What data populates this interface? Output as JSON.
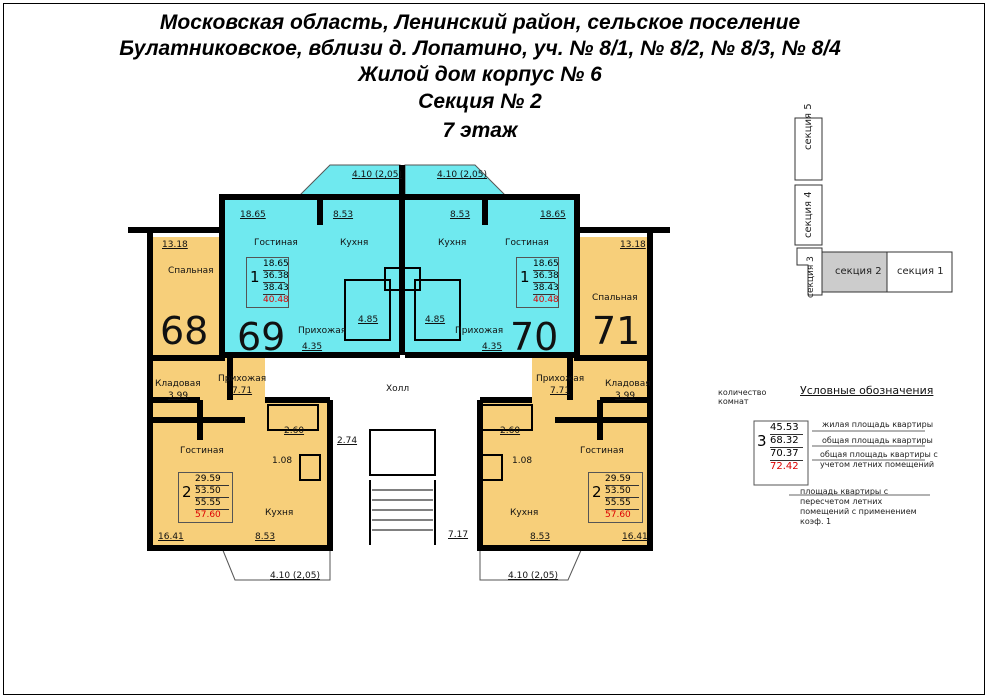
{
  "title": {
    "line1": "Московская область, Ленинский  район, сельское поселение",
    "line2": "Булатниковское, вблизи д. Лопатино, уч. № 8/1, № 8/2, № 8/3, № 8/4",
    "line3": "Жилой дом корпус № 6",
    "line4": "Секция № 2",
    "line5": "7 этаж"
  },
  "colors": {
    "one_room": "#6fe9ef",
    "two_room": "#f7cf7a",
    "walls": "#000000",
    "red_value": "#d00000"
  },
  "apartments": {
    "a68": {
      "number": "68",
      "bedroom": "Спальная",
      "bedroom_area": "13.18",
      "storage": "Кладовая",
      "storage_area": "3.99",
      "hall": "Прихожая",
      "hall_area": "7.71",
      "living": "Гостиная",
      "living_area": "16.41",
      "kitchen": "Кухня",
      "kitchen_area": "8.53",
      "bath1": "2.60",
      "bath2": "1.08",
      "balcony": "4.10 (2,05)",
      "rooms": "2",
      "living_total": "29.59",
      "total": "53.50",
      "total_summer": "55.55",
      "total_coef": "57.60"
    },
    "a69": {
      "number": "69",
      "living": "Гостиная",
      "living_area": "18.65",
      "kitchen": "Кухня",
      "kitchen_area": "8.53",
      "hall": "Прихожая",
      "hall_area": "4.35",
      "bath": "4.85",
      "balcony": "4.10 (2,05)",
      "rooms": "1",
      "living_total": "18.65",
      "total": "36.38",
      "total_summer": "38.43",
      "total_coef": "40.48"
    },
    "a70": {
      "number": "70",
      "living": "Гостиная",
      "living_area": "18.65",
      "kitchen": "Кухня",
      "kitchen_area": "8.53",
      "hall": "Прихожая",
      "hall_area": "4.35",
      "bath": "4.85",
      "balcony": "4.10 (2,05)",
      "rooms": "1",
      "living_total": "18.65",
      "total": "36.38",
      "total_summer": "38.43",
      "total_coef": "40.48"
    },
    "a71": {
      "number": "71",
      "bedroom": "Спальная",
      "bedroom_area": "13.18",
      "storage": "Кладовая",
      "storage_area": "3.99",
      "hall": "Прихожая",
      "hall_area": "7.71",
      "living": "Гостиная",
      "living_area": "16.41",
      "kitchen": "Кухня",
      "kitchen_area": "8.53",
      "bath1": "2.60",
      "bath2": "1.08",
      "balcony": "4.10 (2,05)",
      "rooms": "2",
      "living_total": "29.59",
      "total": "53.50",
      "total_summer": "55.55",
      "total_coef": "57.60"
    }
  },
  "common": {
    "hall": "Холл",
    "area1": "2.74",
    "area2": "7.17"
  },
  "key_plan": {
    "s1": "секция 1",
    "s2": "секция 2",
    "s3": "секция 3",
    "s4": "секция 4",
    "s5": "секция 5"
  },
  "legend": {
    "title": "Условные обозначения",
    "rooms_label": "количество комнат",
    "rooms": "3",
    "v1": "45.53",
    "v2": "68.32",
    "v3": "70.37",
    "v4": "72.42",
    "d1": "жилая площадь квартиры",
    "d2": "общая площадь квартиры",
    "d3": "общая площадь квартиры с учетом летних помещений",
    "d4": "площадь квартиры с пересчетом летних помещений с применением коэф. 1"
  }
}
